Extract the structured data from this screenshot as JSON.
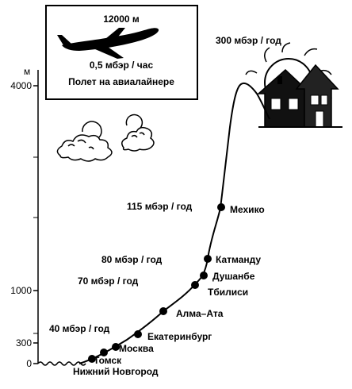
{
  "axis": {
    "unit": "м",
    "ticks": [
      {
        "label": "0",
        "value": 0
      },
      {
        "label": "300",
        "value": 300
      },
      {
        "label": "1000",
        "value": 1000
      },
      {
        "label": "4000",
        "value": 4000
      }
    ]
  },
  "flight_box": {
    "altitude": "12000 м",
    "dose": "0,5 мбэр / час",
    "caption": "Полет на авиалайнере",
    "icon": "airplane-icon"
  },
  "top_dose": "300 мбэр / год",
  "top_icon": "house-with-sun-icon",
  "clouds_icon": "clouds-icon",
  "cities": [
    {
      "name": "Нижний Новгород"
    },
    {
      "name": "Томск"
    },
    {
      "name": "Москва"
    },
    {
      "name": "Екатеринбург"
    },
    {
      "name": "Алма–Ата"
    },
    {
      "name": "Тбилиси"
    },
    {
      "name": "Душанбе"
    },
    {
      "name": "Катманду"
    },
    {
      "name": "Мехико"
    }
  ],
  "doses": [
    {
      "text": "40 мбэр / год"
    },
    {
      "text": "70 мбэр / год"
    },
    {
      "text": "80 мбэр / год"
    },
    {
      "text": "115 мбэр / год"
    }
  ]
}
